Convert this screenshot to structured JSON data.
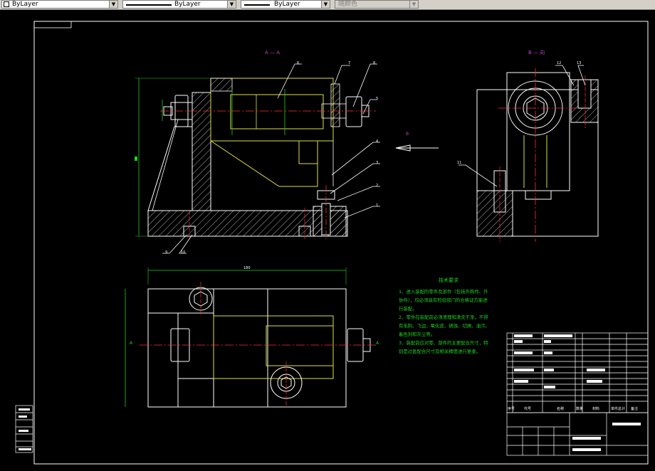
{
  "toolbar": {
    "layer_combo": "ByLayer",
    "linetype_combo": "ByLayer",
    "lineweight_combo": "ByLayer",
    "color_combo": "随颜色"
  },
  "drawing": {
    "section_label": "A — A",
    "view_b_label": "B — 向",
    "arrow_b_label": "B",
    "dim_top_length": "180",
    "section_a_left": "A",
    "section_a_right": "A",
    "tech_title": "技术要求",
    "tech_lines": [
      "1、进入装配的零件及部件（包括外购件、外",
      "   协件），均必须具有检验部门的合格证方能进",
      "   行装配。",
      "2、零件在装配前必须清理和清洗干净，不得",
      "   有毛刺、飞边、氧化皮、锈蚀、切屑、油污、",
      "   着色剂和灰尘等。",
      "3、装配前应对零、部件的主要配合尺寸，特",
      "   别是过盈配合尺寸及相关精度进行复查。"
    ],
    "bom_header": [
      "序号",
      "代号",
      "名称",
      "数量",
      "材料",
      "单件",
      "总计",
      "备注"
    ],
    "leader_numbers": [
      "6",
      "7",
      "8",
      "5",
      "4",
      "3",
      "2",
      "1",
      "9",
      "10",
      "11",
      "12",
      "13"
    ]
  }
}
